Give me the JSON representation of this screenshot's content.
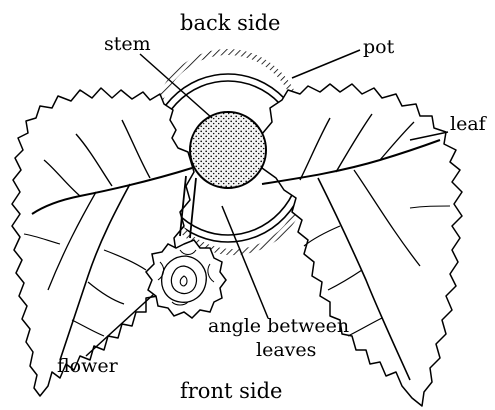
{
  "diagram": {
    "labels": {
      "back_side": "back side",
      "stem": "stem",
      "pot": "pot",
      "leaf": "leaf",
      "angle_between_line1": "angle between",
      "angle_between_line2": "leaves",
      "flower": "flower",
      "front_side": "front side"
    },
    "colors": {
      "ink": "#000000",
      "paper": "#ffffff",
      "stem_fill": "#f2f2f2"
    }
  }
}
